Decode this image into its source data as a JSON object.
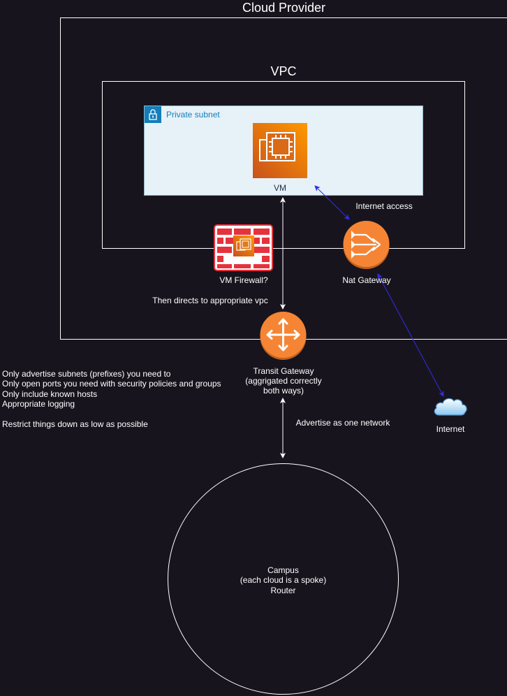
{
  "labels": {
    "cloud_provider": "Cloud Provider",
    "vpc": "VPC",
    "private_subnet": "Private subnet",
    "vm": "VM",
    "internet_access": "Internet access",
    "vm_firewall": "VM Firewall?",
    "nat_gateway": "Nat Gateway",
    "then_directs": "Then directs to appropriate vpc",
    "transit_gateway": "Transit Gateway\n(aggrigated correctly\nboth ways)",
    "advertise": "Advertise as one network",
    "internet": "Internet",
    "campus": "Campus\n(each cloud is a spoke)\nRouter"
  },
  "notes": "Only advertise subnets (prefixes) you need to\nOnly open ports you need with security policies and groups\nOnly include known hosts\nAppropriate logging\n\nRestrict things down as low as possible",
  "colors": {
    "background": "#18141d",
    "aws_orange": "#ff9900",
    "aws_orange_dark": "#c8511b",
    "nat_orange": "#f58534",
    "firewall_red": "#e6323c",
    "subnet_fill": "#e6f2f8",
    "subnet_blue": "#147eba",
    "internet_link": "#2e2ee6",
    "line_white": "#ffffff"
  },
  "icons": {
    "vm": "ec2-instance-icon",
    "firewall": "firewall-icon",
    "nat": "nat-gateway-icon",
    "transit": "transit-gateway-icon",
    "internet": "cloud-icon",
    "subnet": "lock-icon"
  }
}
